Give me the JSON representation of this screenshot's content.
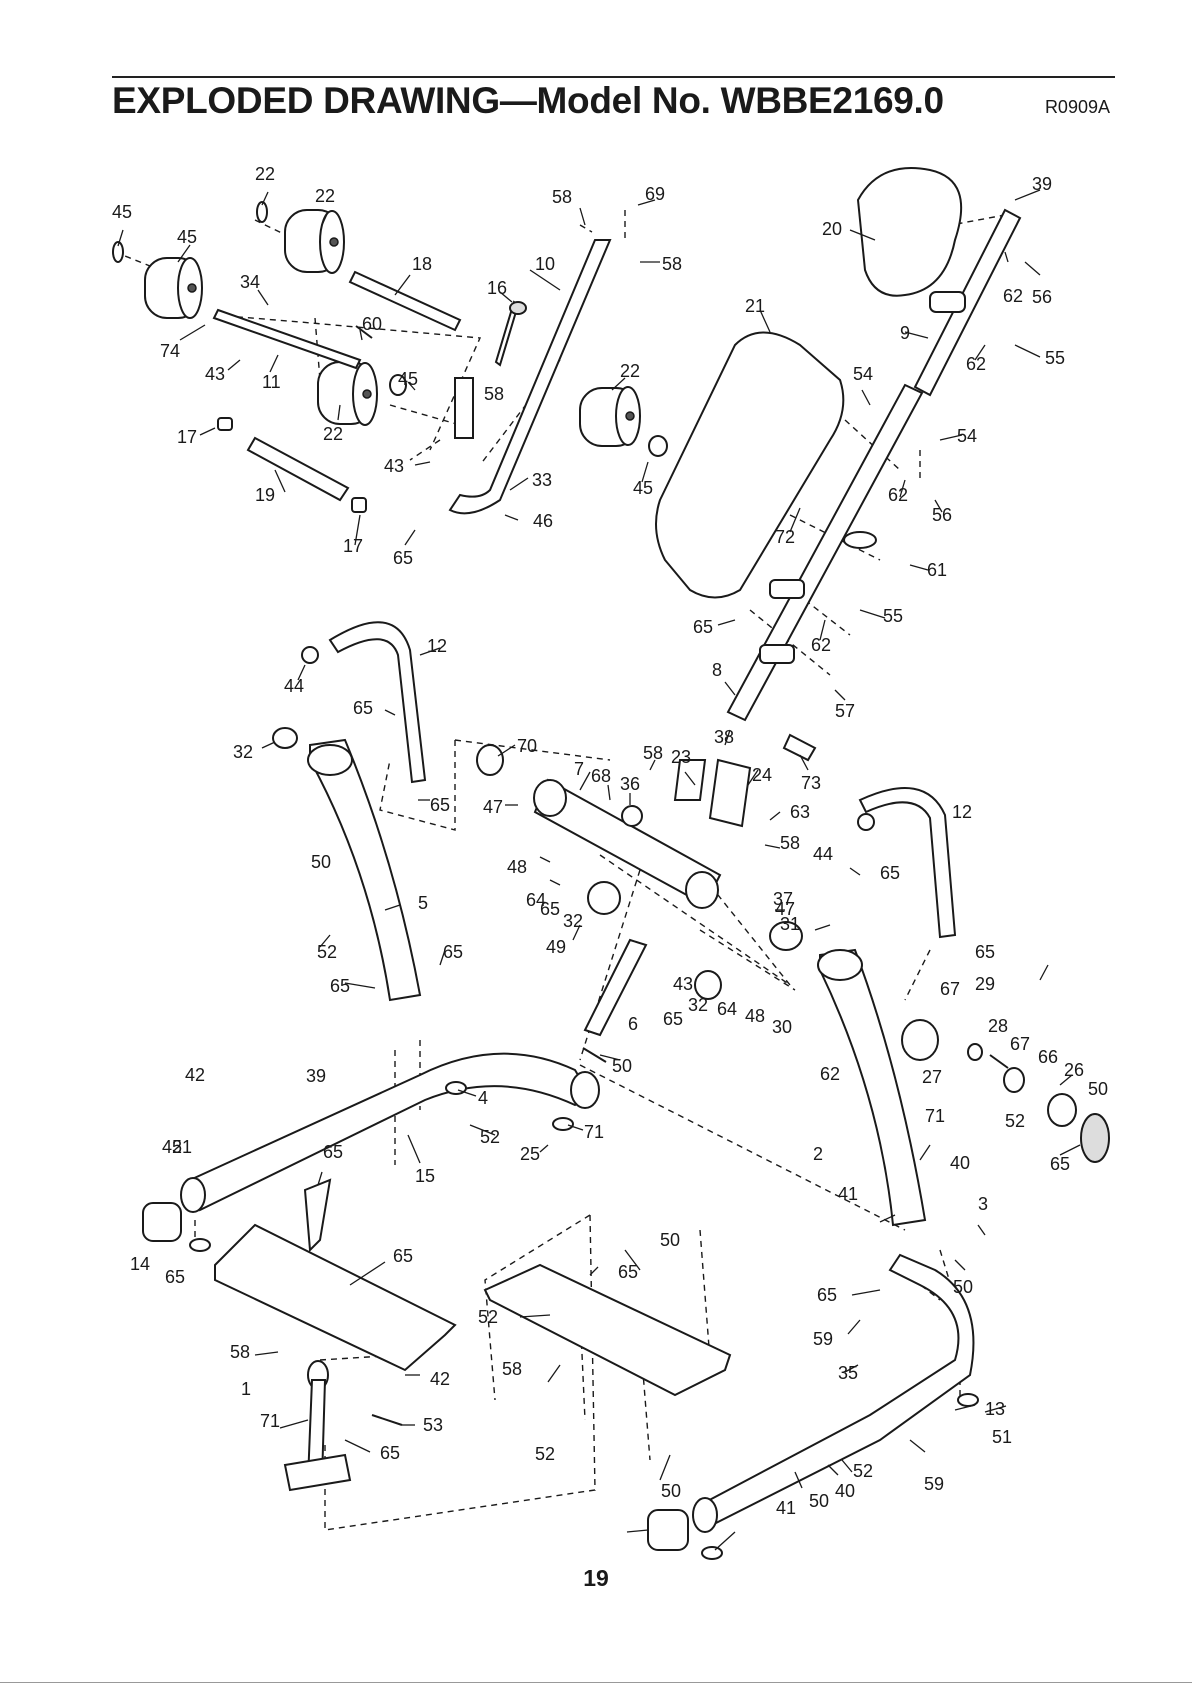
{
  "header": {
    "title": "EXPLODED DRAWING—Model No. WBBE2169.0",
    "code": "R0909A"
  },
  "footer": {
    "page_number": "19"
  },
  "part_labels": [
    "45",
    "22",
    "45",
    "22",
    "58",
    "69",
    "39",
    "10",
    "58",
    "18",
    "16",
    "34",
    "60",
    "74",
    "43",
    "11",
    "20",
    "62",
    "56",
    "9",
    "21",
    "62",
    "55",
    "45",
    "58",
    "22",
    "22",
    "17",
    "43",
    "33",
    "19",
    "45",
    "54",
    "54",
    "46",
    "17",
    "65",
    "62",
    "56",
    "72",
    "61",
    "65",
    "55",
    "62",
    "12",
    "44",
    "8",
    "57",
    "65",
    "32",
    "58",
    "70",
    "7",
    "68",
    "36",
    "23",
    "24",
    "38",
    "73",
    "65",
    "47",
    "63",
    "58",
    "50",
    "5",
    "48",
    "44",
    "12",
    "64",
    "37",
    "65",
    "65",
    "32",
    "47",
    "31",
    "52",
    "65",
    "49",
    "65",
    "43",
    "65",
    "6",
    "32",
    "65",
    "64",
    "48",
    "30",
    "67",
    "29",
    "28",
    "67",
    "27",
    "66",
    "26",
    "50",
    "62",
    "52",
    "2",
    "42",
    "39",
    "4",
    "50",
    "71",
    "42",
    "52",
    "71",
    "51",
    "25",
    "15",
    "65",
    "65",
    "40",
    "41",
    "14",
    "65",
    "65",
    "3",
    "50",
    "65",
    "50",
    "52",
    "65",
    "59",
    "58",
    "58",
    "1",
    "42",
    "35",
    "13",
    "53",
    "71",
    "65",
    "51",
    "52",
    "59",
    "52",
    "50",
    "50",
    "40",
    "41"
  ]
}
